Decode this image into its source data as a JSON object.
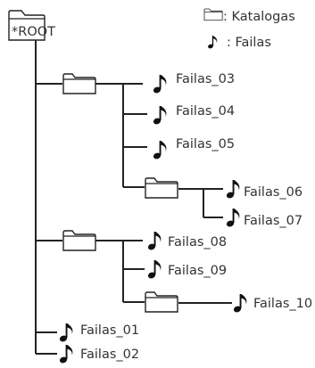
{
  "legend": {
    "folder_label": ": Katalogas",
    "file_label": ": Failas"
  },
  "root_label": "*ROOT",
  "files": {
    "f03": "Failas_03",
    "f04": "Failas_04",
    "f05": "Failas_05",
    "f06": "Failas_06",
    "f07": "Failas_07",
    "f08": "Failas_08",
    "f09": "Failas_09",
    "f10": "Failas_10",
    "f01": "Failas_01",
    "f02": "Failas_02"
  },
  "icons": {
    "folder": "folder-icon",
    "file": "music-note-icon"
  }
}
